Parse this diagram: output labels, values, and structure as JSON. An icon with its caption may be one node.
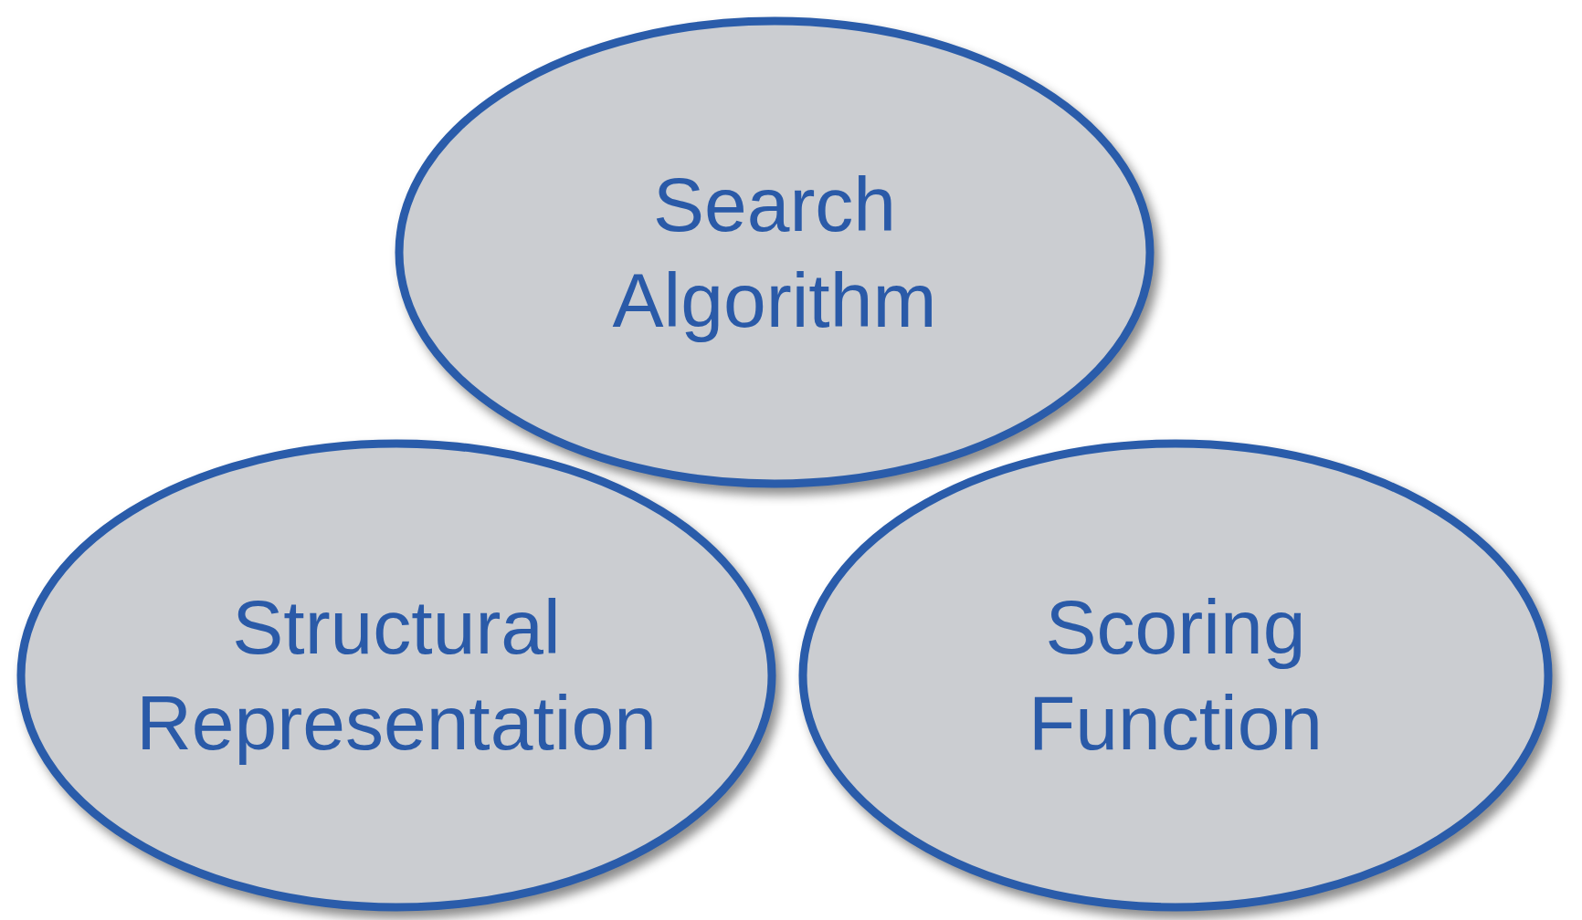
{
  "diagram": {
    "nodes": [
      {
        "text": [
          "Search Algorithm"
        ]
      },
      {
        "text": [
          "Structural Representation"
        ]
      },
      {
        "text": [
          "Scoring Function"
        ]
      }
    ]
  }
}
